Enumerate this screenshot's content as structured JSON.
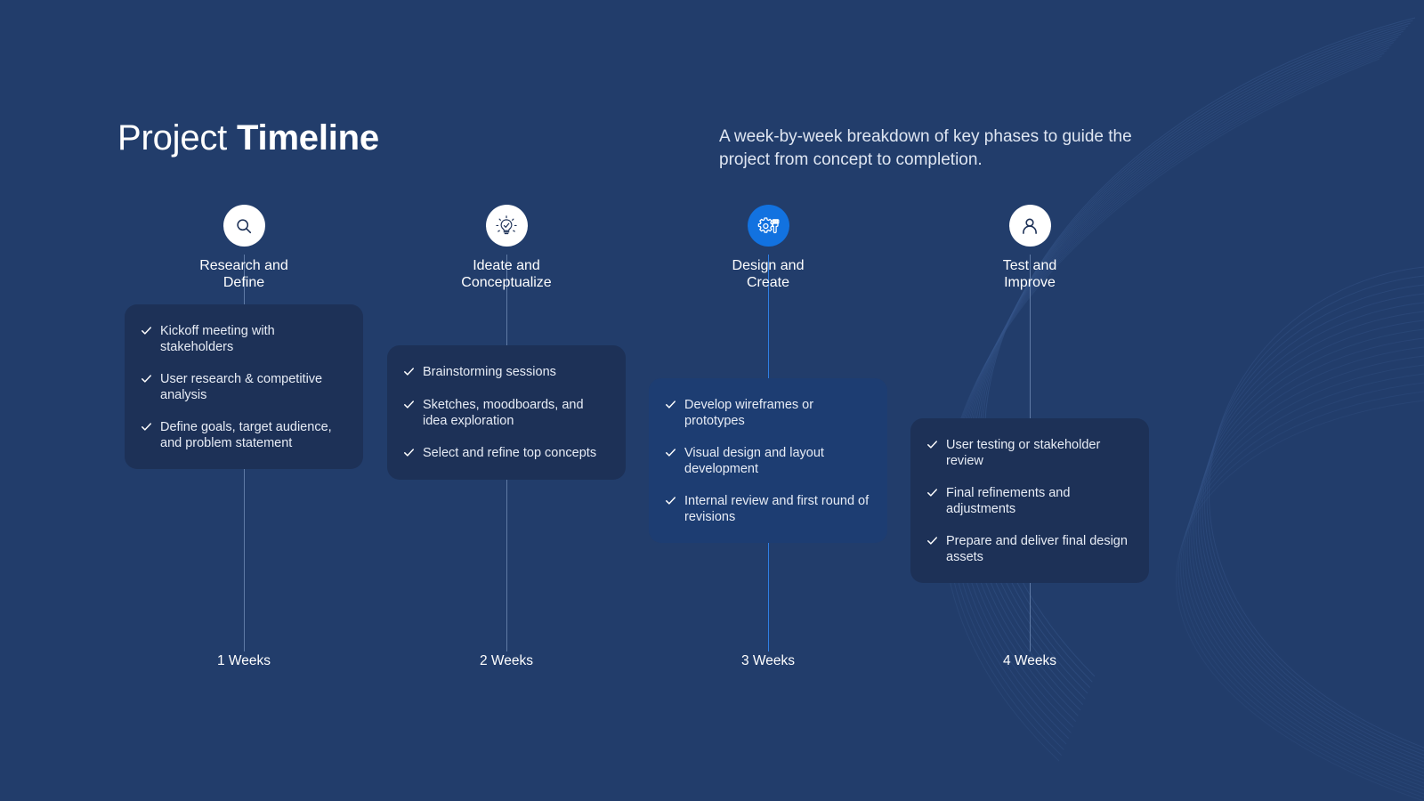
{
  "header": {
    "title_light": "Project ",
    "title_bold": "Timeline",
    "subtitle": "A week-by-week breakdown of key phases to guide the project from concept to completion."
  },
  "theme": {
    "background": "#223d6b",
    "card_background": "#1d3157",
    "card_border": "#3a5480",
    "accent": "#1272e0",
    "accent_border": "#2f7fe4",
    "active_card_background": "#1d3d72",
    "rail": "#5f7aa5",
    "bubble_background": "#ffffff",
    "text_primary": "#ffffff",
    "text_secondary": "#e7ecf5"
  },
  "steps": [
    {
      "icon": "search-icon",
      "title_line1": "Research and",
      "title_line2": "Define",
      "active": false,
      "week_label": "1 Weeks",
      "items": [
        "Kickoff meeting with stakeholders",
        "User research & competitive analysis",
        "Define goals, target audience, and problem statement"
      ]
    },
    {
      "icon": "lightbulb-check-icon",
      "title_line1": "Ideate and",
      "title_line2": "Conceptualize",
      "active": false,
      "week_label": "2 Weeks",
      "items": [
        "Brainstorming sessions",
        "Sketches, moodboards, and idea exploration",
        "Select and refine top concepts"
      ]
    },
    {
      "icon": "gear-paintbrush-icon",
      "title_line1": "Design and",
      "title_line2": "Create",
      "active": true,
      "week_label": "3 Weeks",
      "items": [
        "Develop wireframes or prototypes",
        "Visual design and layout development",
        "Internal review and first round of revisions"
      ]
    },
    {
      "icon": "user-icon",
      "title_line1": "Test and",
      "title_line2": "Improve",
      "active": false,
      "week_label": "4 Weeks",
      "items": [
        "User testing or stakeholder review",
        "Final refinements and adjustments",
        "Prepare and deliver final design assets"
      ]
    }
  ]
}
